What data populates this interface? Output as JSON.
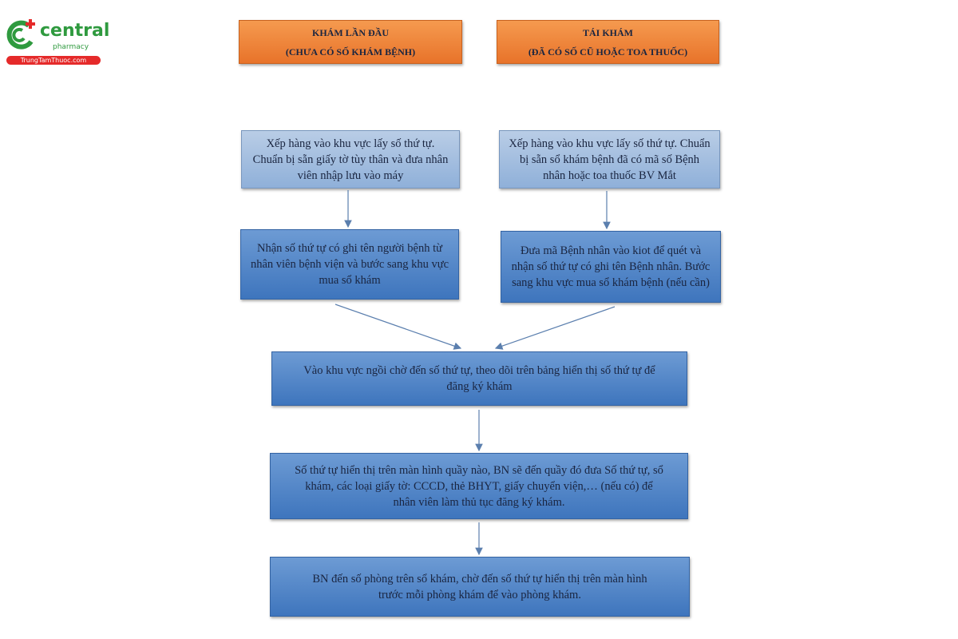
{
  "logo": {
    "name": "central",
    "sub": "pharmacy",
    "url": "TrungTamThuoc.com"
  },
  "headers": [
    {
      "line1": "KHÁM LẦN ĐẦU",
      "line2": "(CHƯA CÓ SỐ KHÁM BỆNH)"
    },
    {
      "line1": "TÁI KHÁM",
      "line2": "(ĐÃ CÓ SỐ CŨ HOẶC TOA THUỐC)"
    }
  ],
  "steps": {
    "first_visit_1": "Xếp hàng vào khu vực lấy số thứ tự. Chuẩn bị sẵn giấy tờ tùy thân và đưa nhân viên nhập lưu vào máy",
    "revisit_1": "Xếp hàng vào khu vực lấy số thứ tự. Chuẩn bị sẵn sổ khám bệnh đã có mã số Bệnh nhân hoặc toa thuốc BV Mắt",
    "first_visit_2": "Nhận số thứ tự có ghi tên người bệnh từ nhân viên bệnh viện và bước sang khu vực mua sổ khám",
    "revisit_2": "Đưa mã Bệnh nhân vào kiot để quét và nhận số thứ tự có ghi tên Bệnh nhân. Bước sang khu vực mua sổ khám bệnh (nếu cần)",
    "common_1": "Vào khu vực ngồi chờ đến số thứ tự, theo dõi trên bảng hiển thị số thứ tự để đăng ký khám",
    "common_2": "Số thứ tự hiển thị trên màn hình quầy nào, BN sẽ đến quầy đó đưa Số thứ tự, sổ khám, các loại giấy tờ: CCCD, thẻ BHYT, giấy chuyển viện,… (nếu có) để nhân viên làm thủ tục đăng ký khám.",
    "common_3": "BN đến số phòng trên sổ khám, chờ đến số thứ tự hiển thị trên màn hình trước mỗi phòng khám để vào phòng khám."
  }
}
